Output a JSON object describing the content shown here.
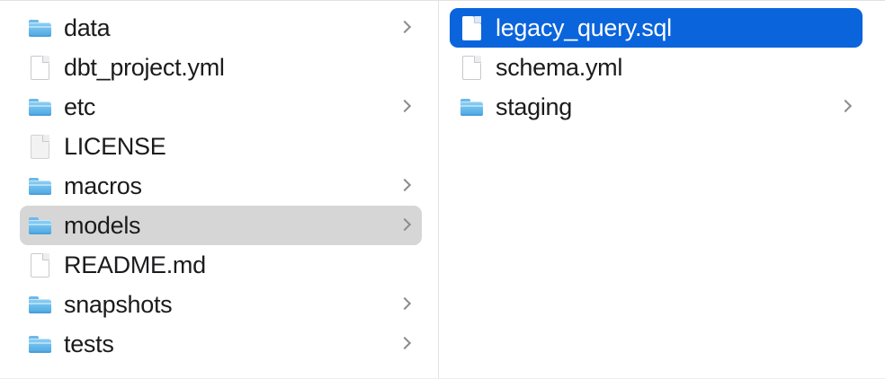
{
  "window": {
    "view_mode": "column",
    "accent_selection_color": "#0a64dc",
    "inactive_selection_color": "#d6d6d6",
    "divider_color": "#e3e3e5",
    "text_color": "#1b1b1d",
    "chevron_color": "#8b8b90"
  },
  "columns": [
    {
      "name": "parent-column",
      "items": [
        {
          "label": "data",
          "kind": "folder",
          "icon": "folder-icon",
          "has_chevron": true,
          "selected": false
        },
        {
          "label": "dbt_project.yml",
          "kind": "file",
          "icon": "document-icon",
          "has_chevron": false,
          "selected": false
        },
        {
          "label": "etc",
          "kind": "folder",
          "icon": "folder-icon",
          "has_chevron": true,
          "selected": false
        },
        {
          "label": "LICENSE",
          "kind": "file",
          "icon": "document-plain-icon",
          "has_chevron": false,
          "selected": false
        },
        {
          "label": "macros",
          "kind": "folder",
          "icon": "folder-icon",
          "has_chevron": true,
          "selected": false
        },
        {
          "label": "models",
          "kind": "folder",
          "icon": "folder-icon",
          "has_chevron": true,
          "selected": true,
          "selection_style": "gray"
        },
        {
          "label": "README.md",
          "kind": "file",
          "icon": "document-icon",
          "has_chevron": false,
          "selected": false
        },
        {
          "label": "snapshots",
          "kind": "folder",
          "icon": "folder-icon",
          "has_chevron": true,
          "selected": false
        },
        {
          "label": "tests",
          "kind": "folder",
          "icon": "folder-icon",
          "has_chevron": true,
          "selected": false
        }
      ]
    },
    {
      "name": "child-column",
      "items": [
        {
          "label": "legacy_query.sql",
          "kind": "file",
          "icon": "document-icon",
          "has_chevron": false,
          "selected": true,
          "selection_style": "blue"
        },
        {
          "label": "schema.yml",
          "kind": "file",
          "icon": "document-icon",
          "has_chevron": false,
          "selected": false
        },
        {
          "label": "staging",
          "kind": "folder",
          "icon": "folder-icon",
          "has_chevron": true,
          "selected": false
        }
      ]
    }
  ]
}
